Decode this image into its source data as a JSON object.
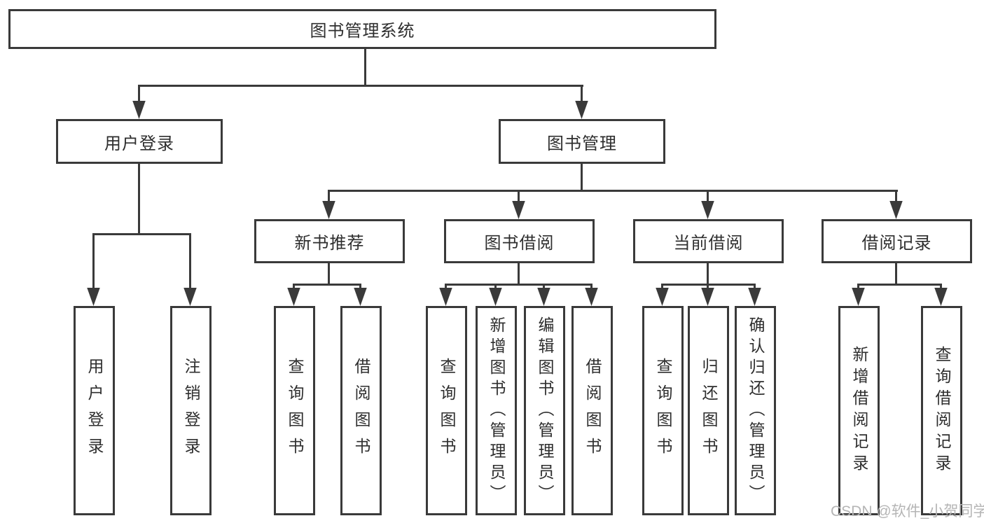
{
  "colors": {
    "line": "#3a3a3a",
    "box_border": "#3a3a3a",
    "box_background": "#ffffff",
    "page_background": "#ffffff",
    "text": "#2e2e2e",
    "watermark": "#b5b5b5"
  },
  "tree": {
    "root": "图书管理系统",
    "branches": [
      {
        "label": "用户登录",
        "children": [
          "用户登录",
          "注销登录"
        ]
      },
      {
        "label": "图书管理",
        "children": [
          {
            "label": "新书推荐",
            "children": [
              "查询图书",
              "借阅图书"
            ]
          },
          {
            "label": "图书借阅",
            "children": [
              "查询图书",
              "新增图书（管理员）",
              "编辑图书（管理员）",
              "借阅图书"
            ]
          },
          {
            "label": "当前借阅",
            "children": [
              "查询图书",
              "归还图书",
              "确认归还（管理员）"
            ]
          },
          {
            "label": "借阅记录",
            "children": [
              "新增借阅记录",
              "查询借阅记录"
            ]
          }
        ]
      }
    ]
  },
  "watermark": "CSDN @软件_小贺同学"
}
